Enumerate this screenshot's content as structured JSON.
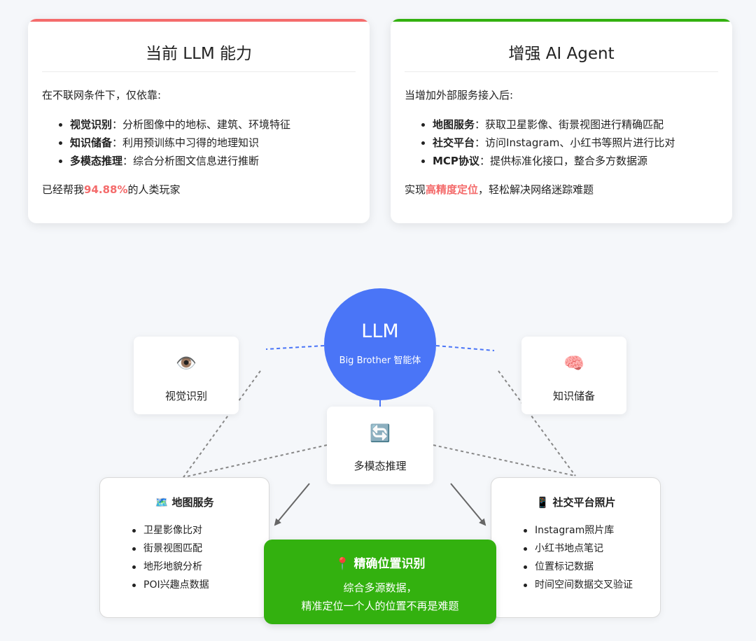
{
  "colors": {
    "left_accent": "#f46b6b",
    "right_accent": "#33b10f",
    "llm_blue": "#4a75f7",
    "result_green": "#33b10f",
    "highlight": "#f46b6b"
  },
  "left_card": {
    "title": "当前 LLM 能力",
    "intro": "在不联网条件下，仅依靠:",
    "items": [
      {
        "term": "视觉识别",
        "desc": "：分析图像中的地标、建筑、环境特征"
      },
      {
        "term": "知识储备",
        "desc": "：利用预训练中习得的地理知识"
      },
      {
        "term": "多模态推理",
        "desc": "：综合分析图文信息进行推断"
      }
    ],
    "outro_pre": "已经帮我",
    "outro_hl": "94.88%",
    "outro_post": "的人类玩家"
  },
  "right_card": {
    "title": "增强 AI Agent",
    "intro": "当增加外部服务接入后:",
    "items": [
      {
        "term": "地图服务",
        "desc": "：获取卫星影像、街景视图进行精确匹配"
      },
      {
        "term": "社交平台",
        "desc": "：访问Instagram、小红书等照片进行比对"
      },
      {
        "term": "MCP协议",
        "desc": "：提供标准化接口，整合多方数据源"
      }
    ],
    "outro_pre": "实现",
    "outro_hl": "高精度定位",
    "outro_post": "，轻松解决网络迷踪难题"
  },
  "diagram": {
    "llm_title": "LLM",
    "llm_subtitle": "Big Brother 智能体",
    "nodes": {
      "vision": {
        "icon": "eye-icon",
        "emoji": "👁️",
        "label": "视觉识别"
      },
      "knowledge": {
        "icon": "brain-icon",
        "emoji": "🧠",
        "label": "知识储备"
      },
      "reasoning": {
        "icon": "cycle-arrows-icon",
        "emoji": "🔄",
        "label": "多模态推理"
      }
    },
    "map_service": {
      "icon": "map-icon",
      "emoji": "🗺️",
      "title": "地图服务",
      "items": [
        "卫星影像比对",
        "街景视图匹配",
        "地形地貌分析",
        "POI兴趣点数据"
      ]
    },
    "social_service": {
      "icon": "phone-icon",
      "emoji": "📱",
      "title": "社交平台照片",
      "items": [
        "Instagram照片库",
        "小红书地点笔记",
        "位置标记数据",
        "时间空间数据交叉验证"
      ]
    },
    "result": {
      "icon": "pin-icon",
      "emoji": "📍",
      "title": "精确位置识别",
      "line1": "综合多源数据，",
      "line2": "精准定位一个人的位置不再是难题"
    }
  }
}
